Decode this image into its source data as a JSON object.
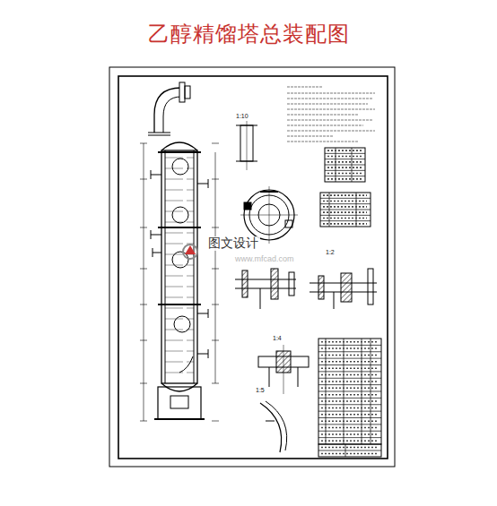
{
  "diagram": {
    "title": "乙醇精馏塔总装配图",
    "labels": [
      "1:10",
      "1:2",
      "1:4",
      "1:5",
      "图文设计",
      "www.mfcad.com"
    ]
  }
}
